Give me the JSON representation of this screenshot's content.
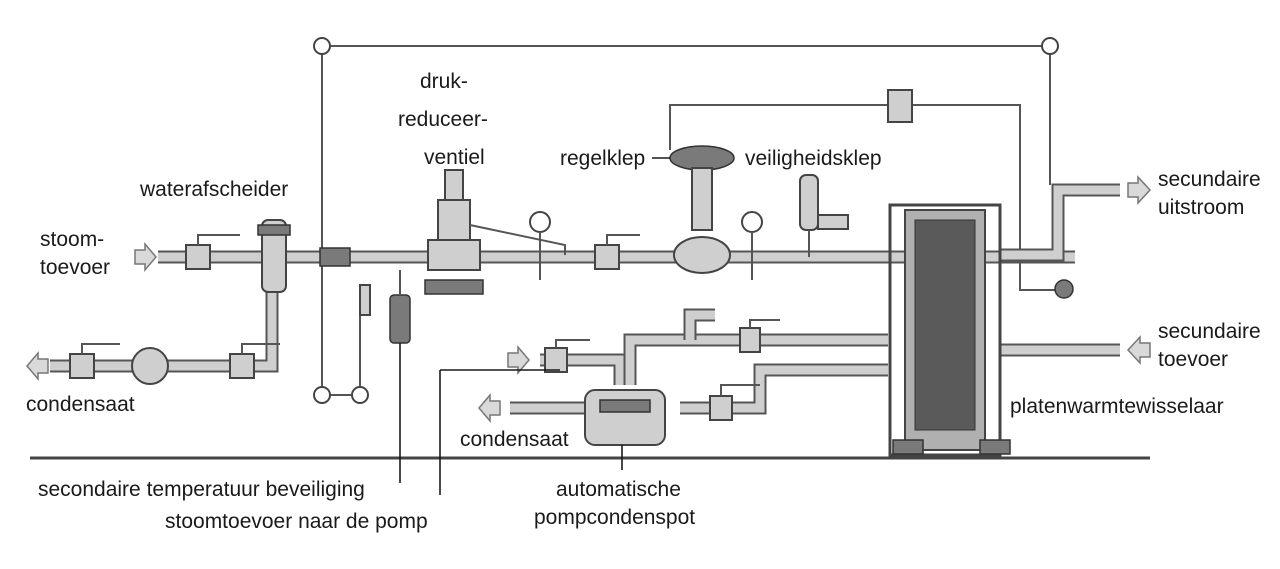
{
  "labels": {
    "stoom_toevoer_1": "stoom-",
    "stoom_toevoer_2": "toevoer",
    "waterafscheider": "waterafscheider",
    "druk_1": "druk-",
    "druk_2": "reduceer-",
    "druk_3": "ventiel",
    "regelklep": "regelklep",
    "veiligheidsklep": "veiligheidsklep",
    "secundaire_uitstroom_1": "secundaire",
    "secundaire_uitstroom_2": "uitstroom",
    "secundaire_toevoer_1": "secundaire",
    "secundaire_toevoer_2": "toevoer",
    "condensaat_left": "condensaat",
    "condensaat_mid": "condensaat",
    "platenwarmtewisselaar": "platenwarmtewisselaar",
    "sec_temp": "secondaire temperatuur beveiliging",
    "stoomtoevoer_pomp": "stoomtoevoer naar de pomp",
    "pomp_1": "automatische",
    "pomp_2": "pompcondenspot"
  },
  "colors": {
    "pipe": "#555555",
    "pipe_fill": "#cfcfcf",
    "text": "#1a1a1a"
  }
}
